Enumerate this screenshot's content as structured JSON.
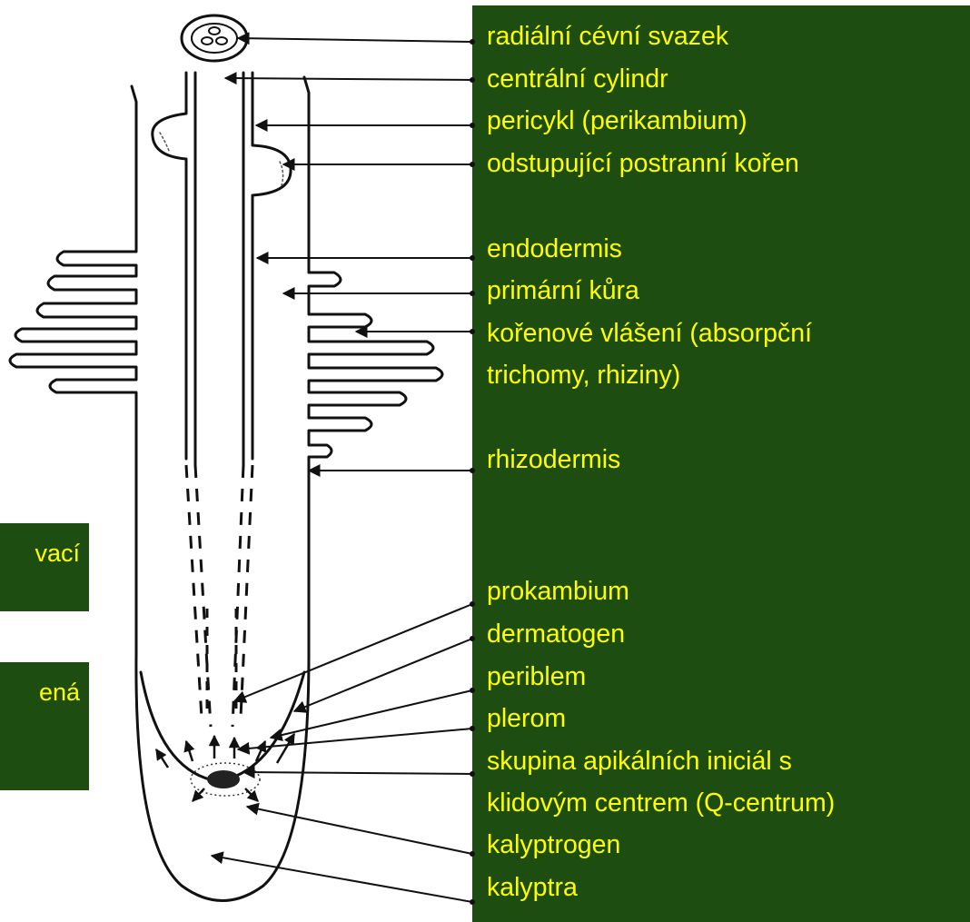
{
  "labels": {
    "radialni": "radiální cévní svazek",
    "centralni": "centrální cylindr",
    "pericykl": "pericykl (perikambium)",
    "odstupujici": "odstupující postranní kořen",
    "endodermis": "endodermis",
    "primarni": "primární kůra",
    "korenove_1": "kořenové vlášení (absorpční",
    "korenove_2": "trichomy, rhiziny)",
    "rhizodermis": "rhizodermis",
    "prokambium": "prokambium",
    "dermatogen": "dermatogen",
    "periblem": "periblem",
    "plerom": "plerom",
    "skupina_1": "skupina apikálních iniciál s",
    "skupina_2": "klidovým centrem (Q-centrum)",
    "kalyptrogen": "kalyptrogen",
    "kalyptra": "kalyptra"
  },
  "side_boxes": {
    "top_fragment": "vací",
    "bottom_fragment": "ená"
  },
  "colors": {
    "panel": "#1e4d12",
    "text": "#ffff00",
    "lines": "#111111"
  }
}
